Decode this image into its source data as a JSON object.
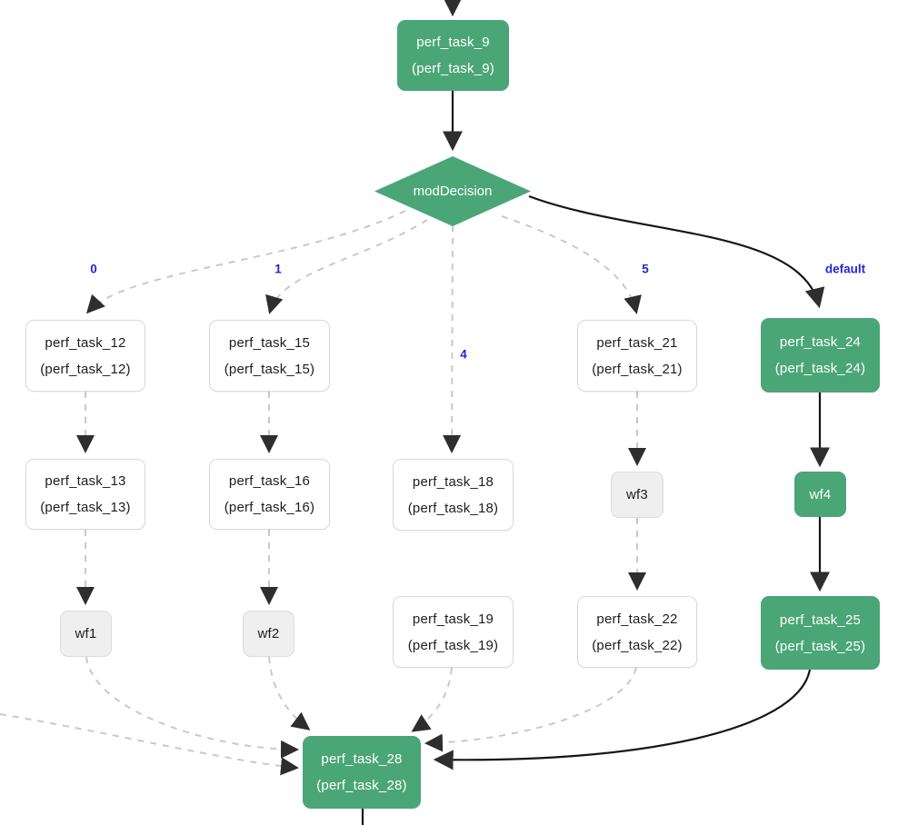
{
  "diagram": {
    "nodes": {
      "task9": {
        "label": "perf_task_9",
        "sublabel": "(perf_task_9)"
      },
      "decision": {
        "label": "modDecision"
      },
      "task12": {
        "label": "perf_task_12",
        "sublabel": "(perf_task_12)"
      },
      "task15": {
        "label": "perf_task_15",
        "sublabel": "(perf_task_15)"
      },
      "task18": {
        "label": "perf_task_18",
        "sublabel": "(perf_task_18)"
      },
      "task21": {
        "label": "perf_task_21",
        "sublabel": "(perf_task_21)"
      },
      "task24": {
        "label": "perf_task_24",
        "sublabel": "(perf_task_24)"
      },
      "task13": {
        "label": "perf_task_13",
        "sublabel": "(perf_task_13)"
      },
      "task16": {
        "label": "perf_task_16",
        "sublabel": "(perf_task_16)"
      },
      "task19": {
        "label": "perf_task_19",
        "sublabel": "(perf_task_19)"
      },
      "task22": {
        "label": "perf_task_22",
        "sublabel": "(perf_task_22)"
      },
      "task25": {
        "label": "perf_task_25",
        "sublabel": "(perf_task_25)"
      },
      "task28": {
        "label": "perf_task_28",
        "sublabel": "(perf_task_28)"
      },
      "wf1": {
        "label": "wf1"
      },
      "wf2": {
        "label": "wf2"
      },
      "wf3": {
        "label": "wf3"
      },
      "wf4": {
        "label": "wf4"
      }
    },
    "edge_labels": {
      "case0": "0",
      "case1": "1",
      "case4": "4",
      "case5": "5",
      "default_case": "default"
    },
    "colors": {
      "node_green": "#4ba677",
      "edge_dashed": "#c9c9c9",
      "edge_solid": "#151515",
      "arrowhead": "#2e2e2e",
      "label_blue": "#2323d8"
    }
  }
}
